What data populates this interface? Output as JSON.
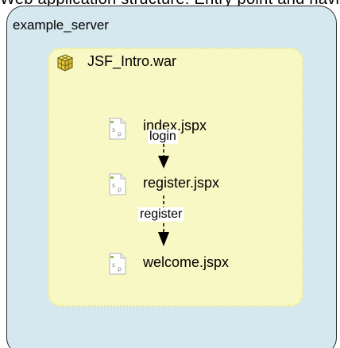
{
  "caption": "Web application structure: Entry point and navigation",
  "server": {
    "label": "example_server"
  },
  "war": {
    "label": "JSF_Intro.war",
    "icon": "package-cube-icon"
  },
  "pages": [
    {
      "label": "index.jspx",
      "icon": "jsp-file-icon"
    },
    {
      "label": "register.jspx",
      "icon": "jsp-file-icon"
    },
    {
      "label": "welcome.jspx",
      "icon": "jsp-file-icon"
    }
  ],
  "transitions": [
    {
      "label": "login"
    },
    {
      "label": "register"
    }
  ]
}
